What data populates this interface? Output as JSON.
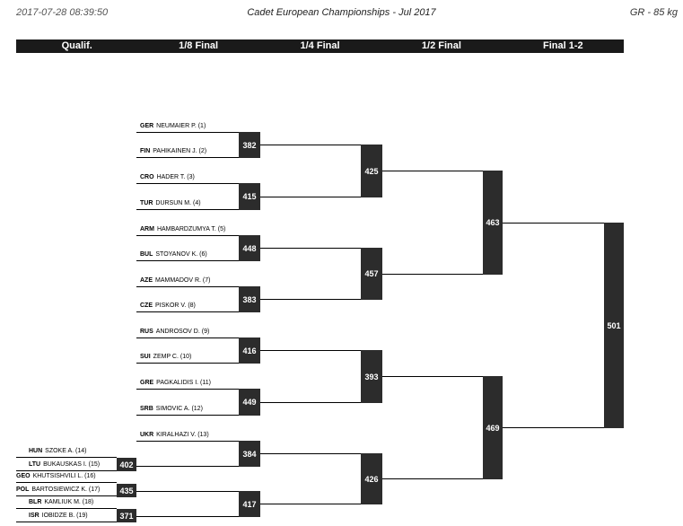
{
  "header": {
    "timestamp": "2017-07-28 08:39:50",
    "title": "Cadet European Championships - Jul 2017",
    "category": "GR - 85 kg"
  },
  "rounds": [
    "Qualif.",
    "1/8 Final",
    "1/4 Final",
    "1/2 Final",
    "Final 1-2"
  ],
  "athletes": [
    {
      "country": "GER",
      "name": "NEUMAIER P. (1)"
    },
    {
      "country": "FIN",
      "name": "PAHIKAINEN J. (2)"
    },
    {
      "country": "CRO",
      "name": "HADER T. (3)"
    },
    {
      "country": "TUR",
      "name": "DURSUN M. (4)"
    },
    {
      "country": "ARM",
      "name": "HAMBARDZUMYA T. (5)"
    },
    {
      "country": "BUL",
      "name": "STOYANOV K. (6)"
    },
    {
      "country": "AZE",
      "name": "MAMMADOV R. (7)"
    },
    {
      "country": "CZE",
      "name": "PISKOR V. (8)"
    },
    {
      "country": "RUS",
      "name": "ANDROSOV D. (9)"
    },
    {
      "country": "SUI",
      "name": "ZEMP C. (10)"
    },
    {
      "country": "GRE",
      "name": "PAGKALIDIS I. (11)"
    },
    {
      "country": "SRB",
      "name": "SIMOVIC A. (12)"
    },
    {
      "country": "UKR",
      "name": "KIRALHAZI V. (13)"
    },
    {
      "country": "HUN",
      "name": "SZOKE A. (14)"
    },
    {
      "country": "LTU",
      "name": "BUKAUSKAS I. (15)"
    },
    {
      "country": "GEO",
      "name": "KHUTSISHVILI L. (16)"
    },
    {
      "country": "POL",
      "name": "BARTOSIEWICZ K. (17)"
    },
    {
      "country": "BLR",
      "name": "KAMLIUK M. (18)"
    },
    {
      "country": "ISR",
      "name": "IOBIDZE B. (19)"
    }
  ],
  "matches": {
    "qualif": [
      "402",
      "435",
      "371"
    ],
    "r16": [
      "382",
      "415",
      "448",
      "383",
      "416",
      "449",
      "384",
      "417"
    ],
    "qf": [
      "425",
      "457",
      "393",
      "426"
    ],
    "sf": [
      "463",
      "469"
    ],
    "final": [
      "501"
    ]
  }
}
